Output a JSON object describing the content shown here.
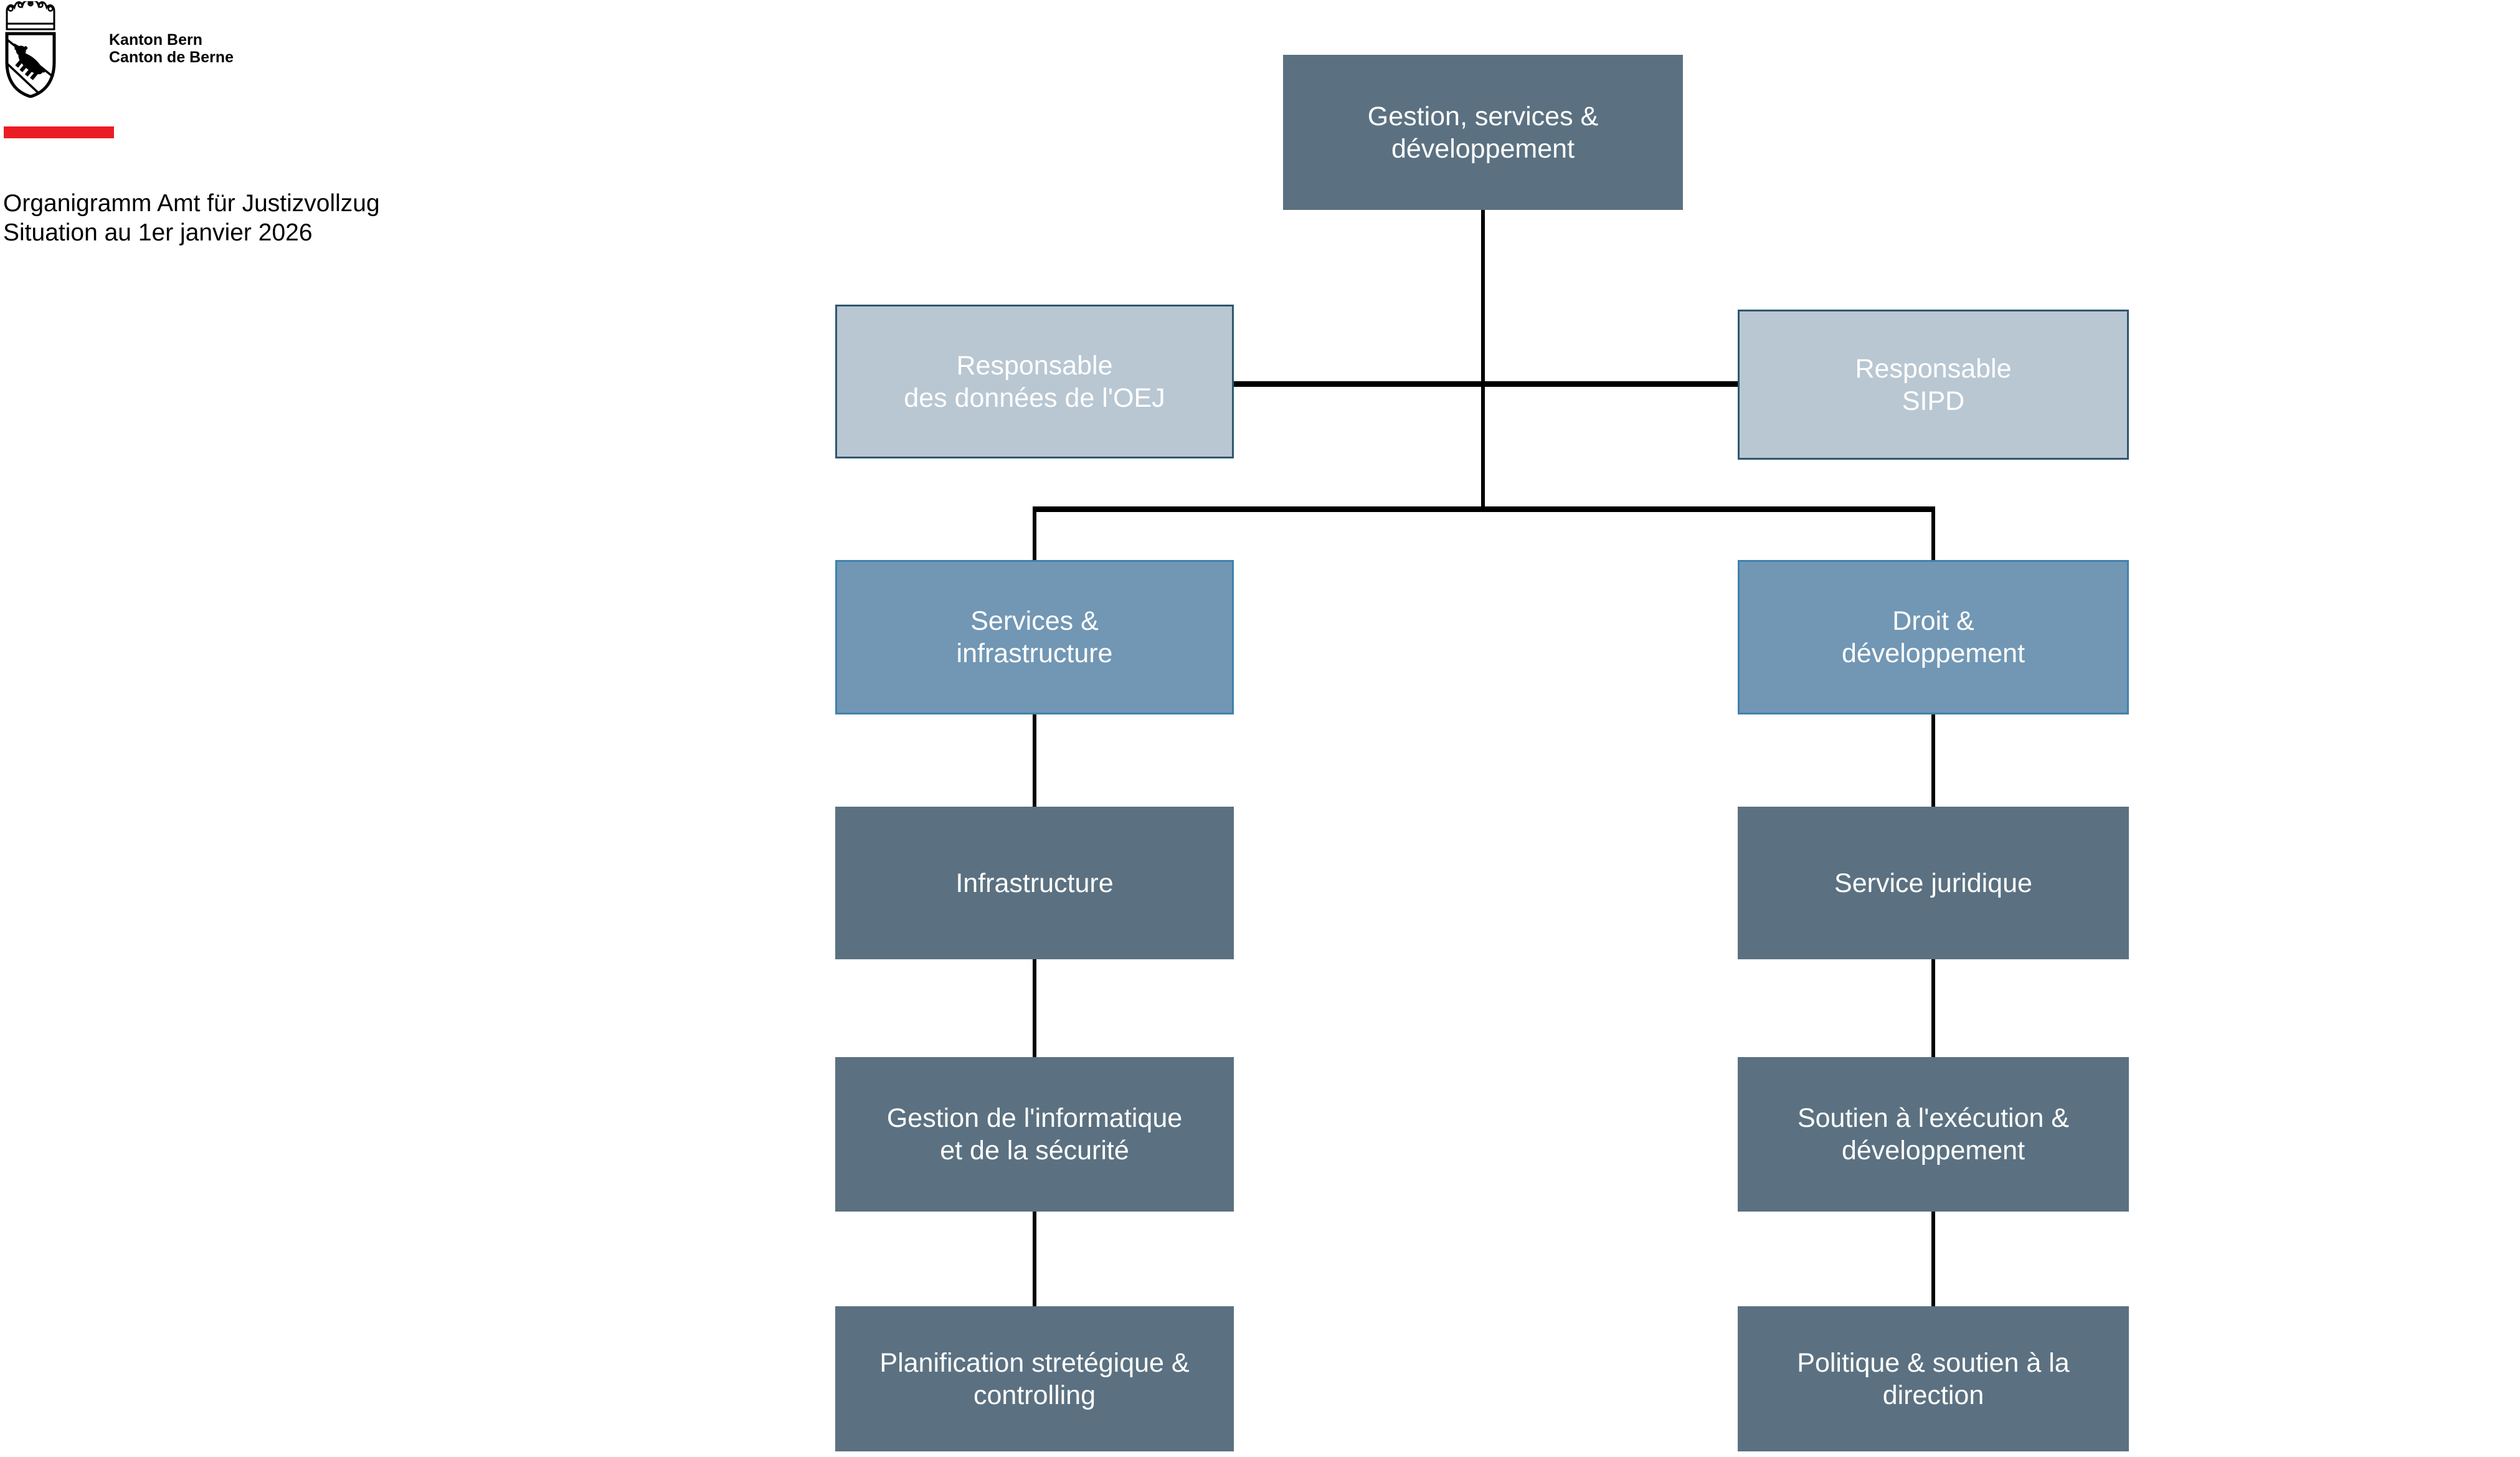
{
  "document": {
    "brand": {
      "line1": "Kanton Bern",
      "line2": "Canton de Berne"
    },
    "title": {
      "line1": "Organigramm Amt für Justizvollzug",
      "line2": "Situation au 1er janvier 2026"
    }
  },
  "colors": {
    "accent_red": "#ec1c24",
    "box_dark_fill": "#5b7181",
    "box_medium_fill": "#7197b4",
    "box_medium_border": "#4181ad",
    "box_light_fill": "#b9c7d2",
    "box_light_border": "#2f576f",
    "box_text": "#ffffff",
    "connector": "#000000",
    "page_background": "#ffffff"
  },
  "org_chart": {
    "nodes": {
      "gestion": {
        "line1": "Gestion, services &",
        "line2": "développement",
        "variant": "dark"
      },
      "resp_donnees": {
        "line1": "Responsable",
        "line2": "des données de l'OEJ",
        "variant": "light"
      },
      "resp_sipd": {
        "line1": "Responsable",
        "line2": "SIPD",
        "variant": "light"
      },
      "services_infra": {
        "line1": "Services &",
        "line2": "infrastructure",
        "variant": "medium"
      },
      "droit_dev": {
        "line1": "Droit &",
        "line2": "développement",
        "variant": "medium"
      },
      "infrastructure": {
        "line1": "Infrastructure",
        "line2": "",
        "variant": "dark"
      },
      "service_juridique": {
        "line1": "Service juridique",
        "line2": "",
        "variant": "dark"
      },
      "gestion_informatique": {
        "line1": "Gestion de l'informatique",
        "line2": "et de la sécurité",
        "variant": "dark"
      },
      "soutien_execution": {
        "line1": "Soutien à l'exécution &",
        "line2": "développement",
        "variant": "dark"
      },
      "planification": {
        "line1": "Planification stretégique &",
        "line2": "controlling",
        "variant": "dark"
      },
      "politique": {
        "line1": "Politique & soutien à la",
        "line2": "direction",
        "variant": "dark"
      }
    },
    "edges": [
      {
        "from": "gestion",
        "to": "resp_donnees",
        "type": "staff"
      },
      {
        "from": "gestion",
        "to": "resp_sipd",
        "type": "staff"
      },
      {
        "from": "gestion",
        "to": "services_infra",
        "type": "line"
      },
      {
        "from": "gestion",
        "to": "droit_dev",
        "type": "line"
      },
      {
        "from": "services_infra",
        "to": "infrastructure",
        "type": "line"
      },
      {
        "from": "infrastructure",
        "to": "gestion_informatique",
        "type": "line"
      },
      {
        "from": "gestion_informatique",
        "to": "planification",
        "type": "line"
      },
      {
        "from": "droit_dev",
        "to": "service_juridique",
        "type": "line"
      },
      {
        "from": "service_juridique",
        "to": "soutien_execution",
        "type": "line"
      },
      {
        "from": "soutien_execution",
        "to": "politique",
        "type": "line"
      }
    ]
  }
}
